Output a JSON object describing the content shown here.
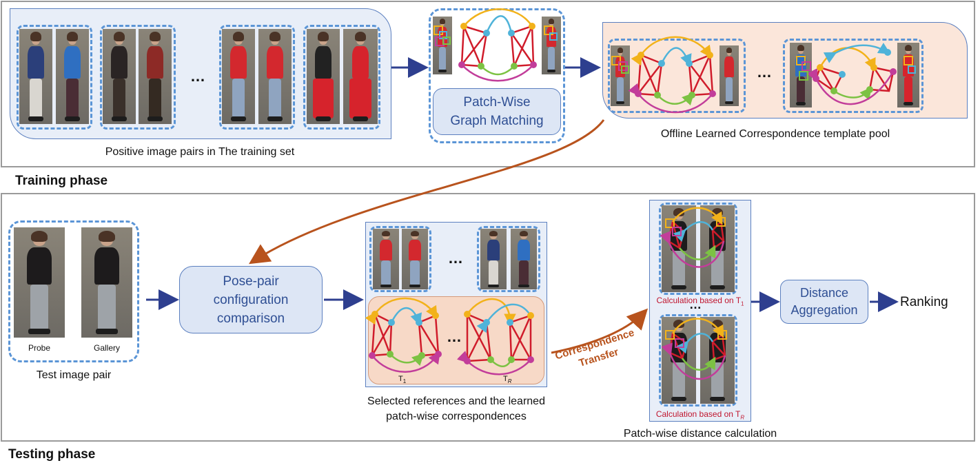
{
  "training": {
    "phase_label": "Training phase",
    "positive_pairs_caption": "Positive image pairs in The training set",
    "graph_matching_box": "Patch-Wise\nGraph Matching",
    "template_pool_caption": "Offline Learned Correspondence template pool",
    "ellipsis": "…"
  },
  "testing": {
    "phase_label": "Testing phase",
    "probe_label": "Probe",
    "gallery_label": "Gallery",
    "test_pair_caption": "Test image pair",
    "comparison_box": "Pose-pair\nconfiguration\ncomparison",
    "references_caption": "Selected references and the learned\npatch-wise correspondences",
    "t1_label": "T",
    "t1_sub": "1",
    "tr_label": "T",
    "tr_sub": "R",
    "transfer_label": "Correspondence\nTransfer",
    "calc_top": "Calculation based on T",
    "calc_top_sub": "1",
    "calc_bottom": "Calculation based on T",
    "calc_bottom_sub": "R",
    "distance_calc_caption": "Patch-wise distance calculation",
    "aggregation_box": "Distance\nAggregation",
    "ranking_label": "Ranking",
    "ellipsis": "…"
  },
  "colors": {
    "arrow_blue": "#2e3f8f",
    "arrow_orange": "#b8531d",
    "red_graph": "#d01c2b",
    "yellow_node": "#f2b21a",
    "cyan_node": "#4fb3d9",
    "green_node": "#7cc243",
    "magenta_node": "#c23d9a"
  }
}
